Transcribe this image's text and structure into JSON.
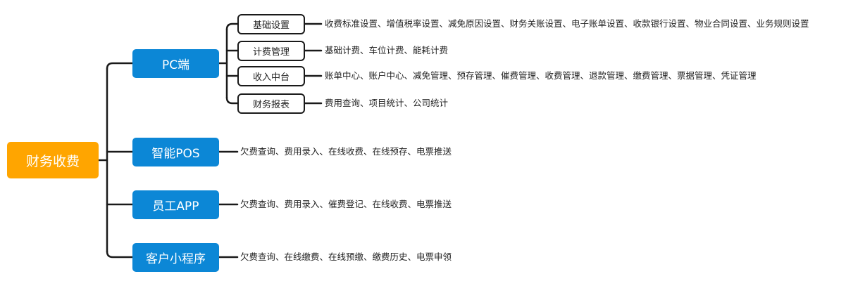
{
  "root": {
    "label": "财务收费"
  },
  "branches": [
    {
      "label": "PC端",
      "children": [
        {
          "label": "基础设置",
          "items": "收费标准设置、增值税率设置、减免原因设置、财务关账设置、电子账单设置、收款银行设置、物业合同设置、业务规则设置"
        },
        {
          "label": "计费管理",
          "items": "基础计费、车位计费、能耗计费"
        },
        {
          "label": "收入中台",
          "items": "账单中心、账户中心、减免管理、预存管理、催费管理、收费管理、退款管理、缴费管理、票据管理、凭证管理"
        },
        {
          "label": "财务报表",
          "items": "费用查询、项目统计、公司统计"
        }
      ]
    },
    {
      "label": "智能POS",
      "items": "欠费查询、费用录入、在线收费、在线预存、电票推送"
    },
    {
      "label": "员工APP",
      "items": "欠费查询、费用录入、催费登记、在线收费、电票推送"
    },
    {
      "label": "客户小程序",
      "items": "欠费查询、在线缴费、在线预缴、缴费历史、电票申领"
    }
  ],
  "colors": {
    "root": "#ffa500",
    "level1": "#0c87d6",
    "connector": "#1a1a1a"
  }
}
